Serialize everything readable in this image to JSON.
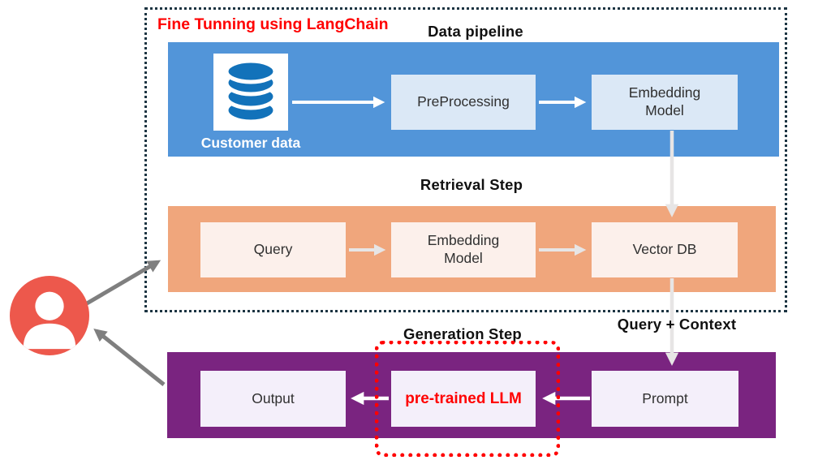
{
  "annotations": {
    "fine_tuning": "Fine Tunning using LangChain",
    "query_context": "Query + Context"
  },
  "data_pipeline": {
    "title": "Data pipeline",
    "source_label": "Customer data",
    "nodes": [
      {
        "label": "PreProcessing"
      },
      {
        "label": "Embedding Model"
      }
    ]
  },
  "retrieval": {
    "title": "Retrieval Step",
    "nodes": [
      {
        "label": "Query"
      },
      {
        "label": "Embedding Model"
      },
      {
        "label": "Vector DB"
      }
    ]
  },
  "generation": {
    "title": "Generation Step",
    "nodes": [
      {
        "label": "Output"
      },
      {
        "label": "pre-trained LLM"
      },
      {
        "label": "Prompt"
      }
    ]
  },
  "icons": {
    "database": "database-icon",
    "user": "user-icon"
  },
  "colors": {
    "band-blue": "#5295d9",
    "box-blue": "#dbe8f6",
    "band-orange": "#f0a67c",
    "box-orange": "#fcf0eb",
    "band-purple": "#7a2480",
    "box-purple": "#f4effa",
    "db-blue": "#1272ba",
    "person-red": "#ed584c",
    "accent-red": "#ff0000",
    "dotted-border": "#1c3442",
    "arrow-gray": "#7f7f7f",
    "arrow-light": "#e7e5e5",
    "arrow-white": "#ffffff",
    "title-text": "#111111",
    "box-text": "#303030"
  }
}
